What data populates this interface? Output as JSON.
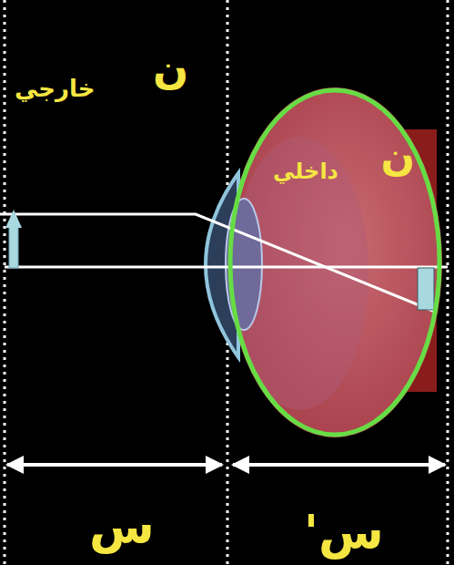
{
  "diagram": {
    "nodes": [
      {
        "text": [
          "ن",
          "داخلي"
        ]
      }
    ],
    "labels": [
      "ن",
      "خارجي",
      "س",
      "س'"
    ]
  }
}
